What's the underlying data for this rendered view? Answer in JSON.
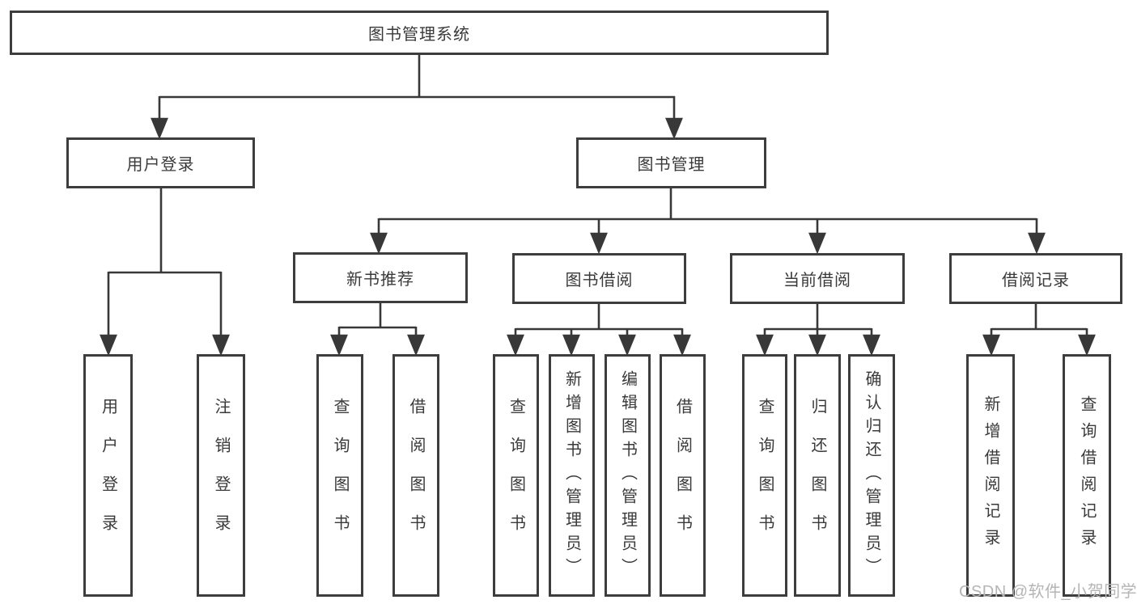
{
  "tree": {
    "label": "图书管理系统",
    "children": [
      {
        "label": "用户登录",
        "children": [
          {
            "label": "用户登录"
          },
          {
            "label": "注销登录"
          }
        ]
      },
      {
        "label": "图书管理",
        "children": [
          {
            "label": "新书推荐",
            "children": [
              {
                "label": "查询图书"
              },
              {
                "label": "借阅图书"
              }
            ]
          },
          {
            "label": "图书借阅",
            "children": [
              {
                "label": "查询图书"
              },
              {
                "label": "新增图书（管理员）"
              },
              {
                "label": "编辑图书（管理员）"
              },
              {
                "label": "借阅图书"
              }
            ]
          },
          {
            "label": "当前借阅",
            "children": [
              {
                "label": "查询图书"
              },
              {
                "label": "归还图书"
              },
              {
                "label": "确认归还（管理员）"
              }
            ]
          },
          {
            "label": "借阅记录",
            "children": [
              {
                "label": "新增借阅记录"
              },
              {
                "label": "查询借阅记录"
              }
            ]
          }
        ]
      }
    ]
  },
  "watermark": "CSDN @软件_小贺同学",
  "colors": {
    "line": "#383838",
    "border": "#3d3d3d",
    "text": "#3a3a3a",
    "watermark": "#b5b5b5",
    "background": "#ffffff"
  }
}
